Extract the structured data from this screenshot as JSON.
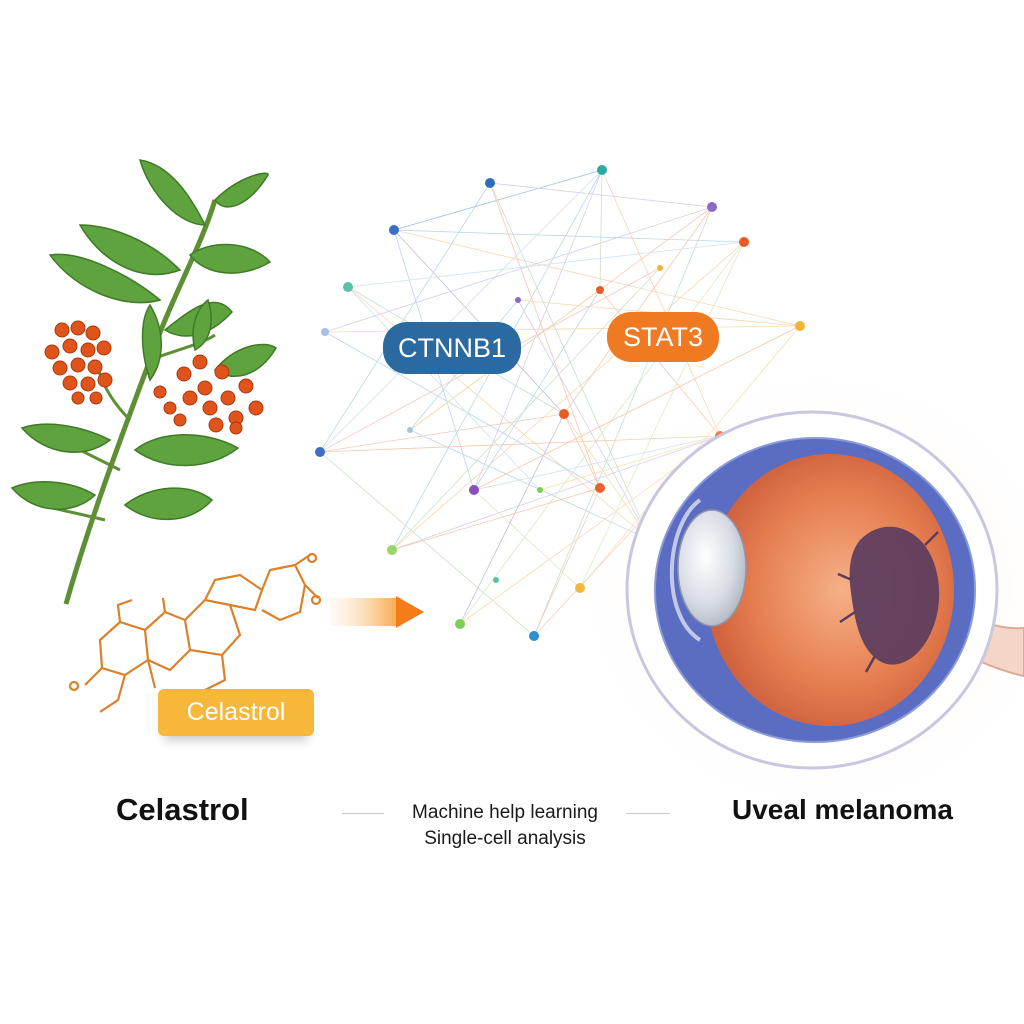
{
  "labels": {
    "gene_a": "CTNNB1",
    "gene_b": "STAT3",
    "compound_tag": "Celastrol",
    "left_caption": "Celastrol",
    "right_caption": "Uveal melanoma",
    "method_line1": "Machine help learning",
    "method_line2": "Single-cell analysis"
  },
  "colors": {
    "gene_a_pill": "#2a6aa0",
    "gene_b_pill": "#f07a22",
    "compound_tag_bg": "#f6b73a",
    "molecule_stroke": "#d9822b",
    "arrow": "#f57c18",
    "leaf": "#5fa33e",
    "berry": "#e0531b",
    "iris": "#e07a4c",
    "tumor": "#5a3c5e"
  }
}
